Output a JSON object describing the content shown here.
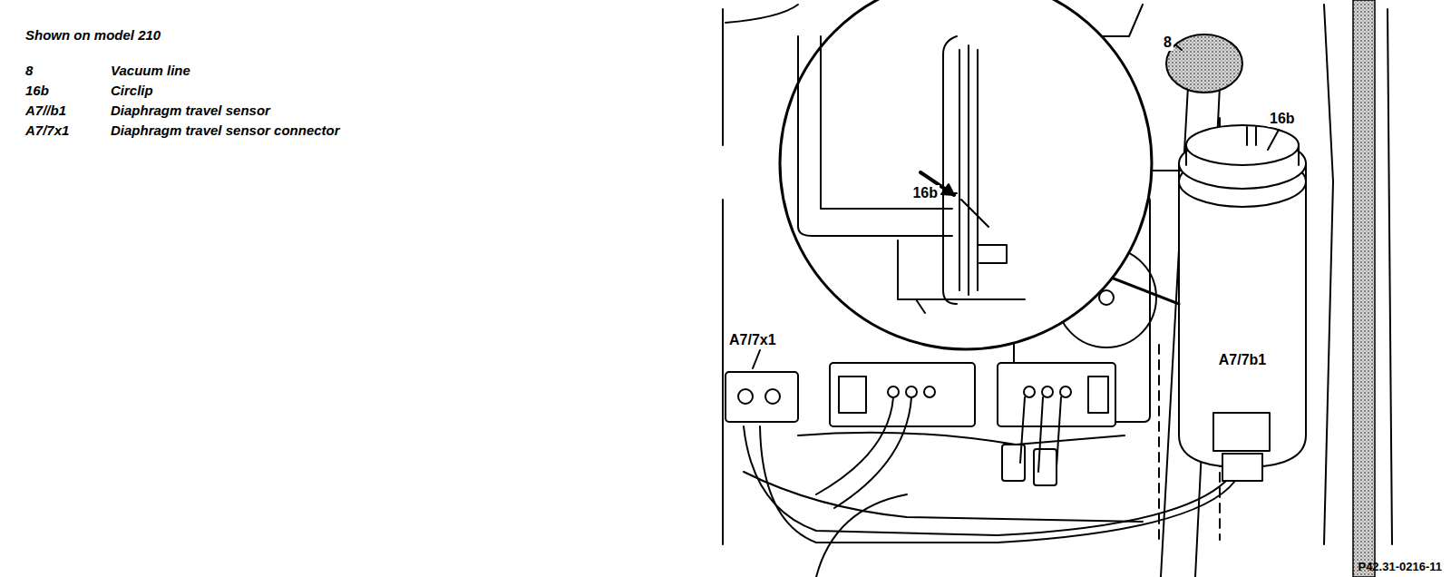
{
  "diagram": {
    "title": "Shown on model 210",
    "labels": [
      "8",
      "Vacuum line",
      "16b",
      "Circlip",
      "A7//b1",
      "Diaphragm travel sensor",
      "A7/7x1",
      "Diaphragm travel sensor connector",
      "8",
      "16b",
      "16b",
      "A7/7b1",
      "A7/7x1",
      "P42.31-0216-11"
    ]
  }
}
